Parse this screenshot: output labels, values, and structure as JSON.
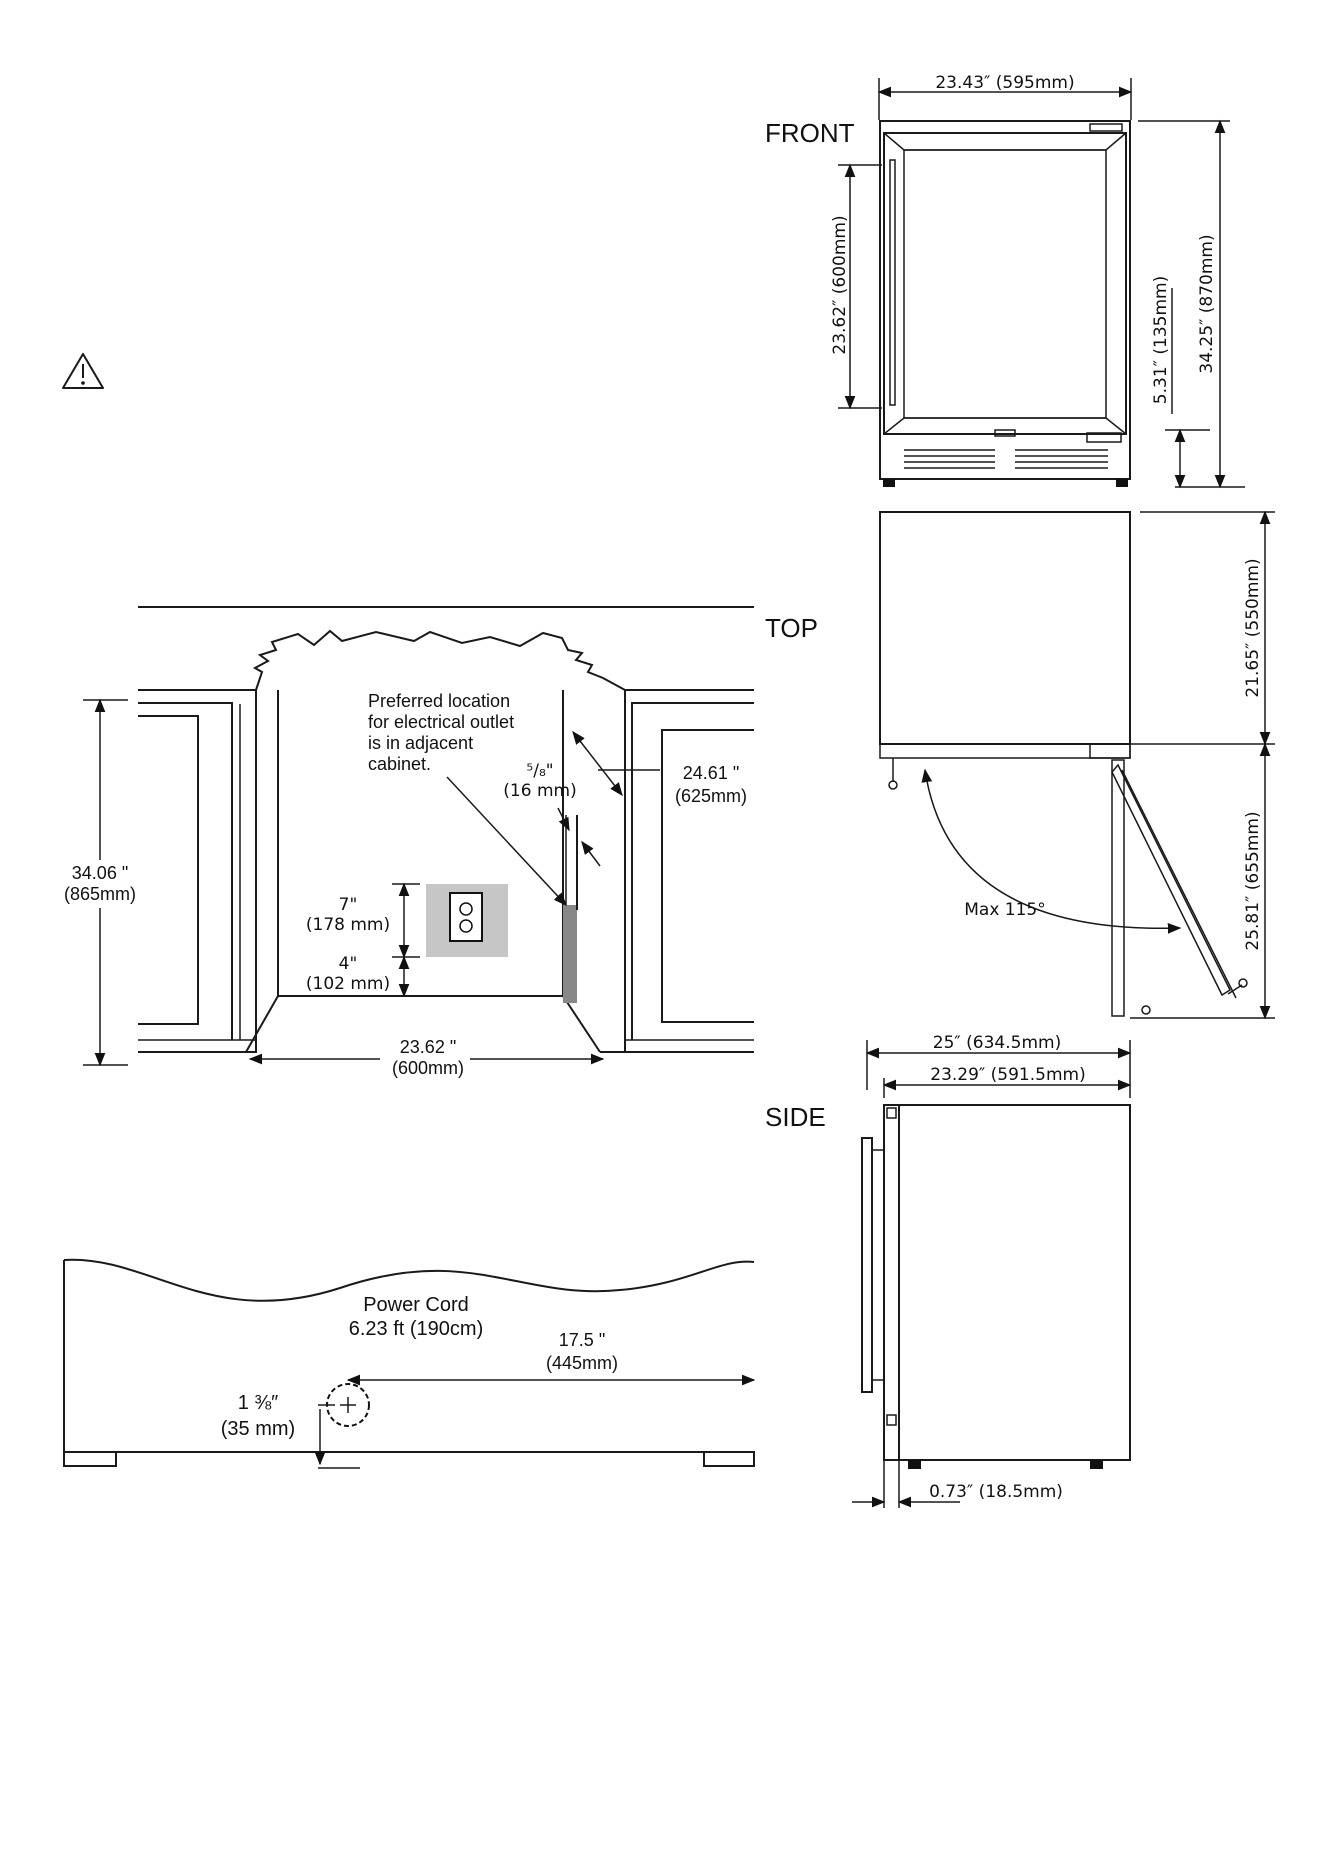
{
  "warning_icon": "warning-triangle-icon",
  "front": {
    "title": "FRONT",
    "width": "23.43″ (595mm)",
    "door_height": "23.62″ (600mm)",
    "base_height": "5.31″ (135mm)",
    "total_height": "34.25″ (870mm)"
  },
  "top": {
    "title": "TOP",
    "depth": "21.65″ (550mm)",
    "door_swing_depth": "25.81″ (655mm)",
    "max_angle": "Max 115°"
  },
  "side": {
    "title": "SIDE",
    "depth_with_handle": "25″ (634.5mm)",
    "depth_body": "23.29″ (591.5mm)",
    "door_thickness": "0.73″ (18.5mm)"
  },
  "cutout": {
    "outlet_note": [
      "Preferred location",
      "for electrical outlet",
      "is in adjacent",
      "cabinet."
    ],
    "gap_in": "⁵/₈\"",
    "gap_mm": "(16 mm)",
    "depth_in": "24.61 \"",
    "depth_mm": "(625mm)",
    "height_in": "34.06 \"",
    "height_mm": "(865mm)",
    "outlet_h_in": "7\"",
    "outlet_h_mm": "(178 mm)",
    "outlet_floor_in": "4\"",
    "outlet_floor_mm": "(102 mm)",
    "width_in": "23.62 \"",
    "width_mm": "(600mm)"
  },
  "rear": {
    "cord_label": "Power Cord",
    "cord_length": "6.23 ft (190cm)",
    "hole_offset_in": "17.5 \"",
    "hole_offset_mm": "(445mm)",
    "hole_height_in": "1 ⅜″",
    "hole_height_mm": "(35 mm)"
  }
}
